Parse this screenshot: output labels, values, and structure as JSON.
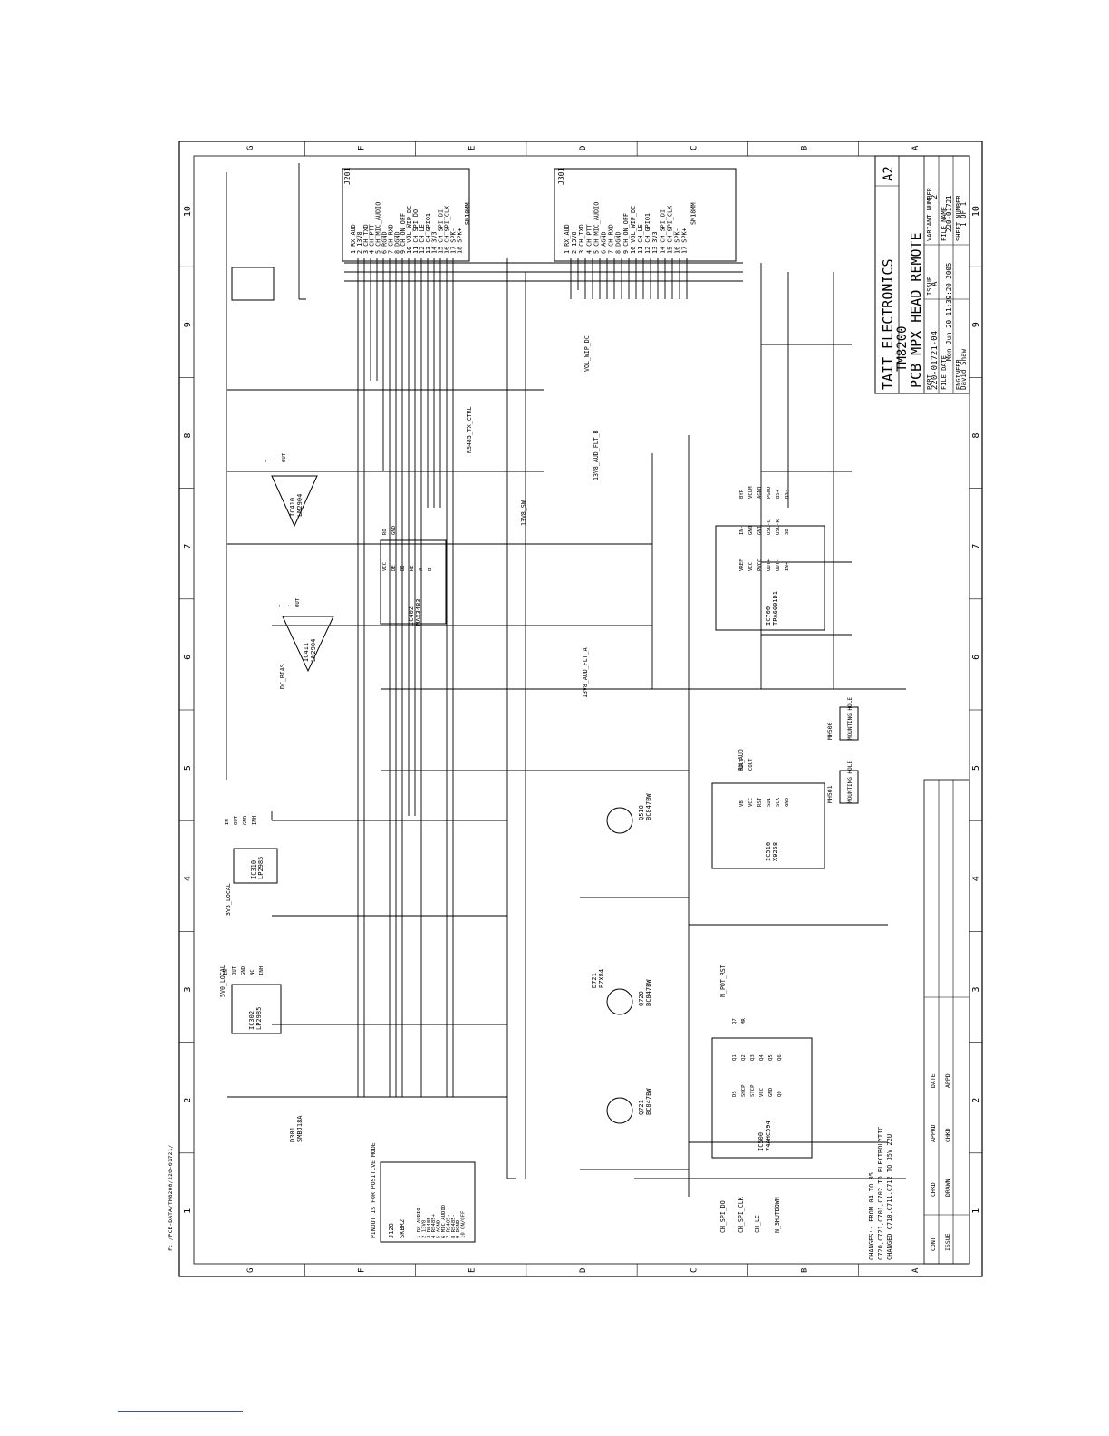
{
  "title_block": {
    "company": "TAIT ELECTRONICS",
    "sheet_size": "A2",
    "product": "TM8200",
    "title": "PCB MPX HEAD REMOTE",
    "part_label": "PART",
    "part_number": "220-01721-04",
    "issue_label": "ISSUE",
    "issue": "A",
    "variant_label": "VARIANT NUMBER",
    "variant": "2",
    "file_date_label": "FILE DATE",
    "file_date": "Mon Jun 20 11:39:20 2005",
    "file_name_label": "FILE NAME",
    "file_name": "220-01721",
    "engineer_label": "ENGINEER",
    "engineer": "David Shaw",
    "sheet_number_label": "SHEET NUMBER",
    "sheet_number": "1 OF 1",
    "rev_cols": [
      "CONT",
      "CHKD",
      "APPRD",
      "DATE"
    ],
    "rev_row": [
      "ISSUE",
      "DRAWN",
      "CHKD",
      "APPD"
    ]
  },
  "border": {
    "rows": [
      "G",
      "F",
      "E",
      "D",
      "C",
      "B",
      "A"
    ],
    "cols": [
      "10",
      "9",
      "8",
      "7",
      "6",
      "5",
      "4",
      "3",
      "2",
      "1"
    ]
  },
  "file_path": "F: /PCB-DATA/TM8200/220-01721/",
  "connectors": {
    "j201": {
      "ref": "J201",
      "part": "SM10MM",
      "pins": [
        "RX_AUD",
        "13V8",
        "CH_TXD",
        "CH_PTT",
        "CH_MIC_AUDIO",
        "RGND",
        "CH_RXD",
        "DGND",
        "CH_ON_OFF",
        "VOL_WIP_DC",
        "CH_SPI_DO",
        "CH_LE",
        "CH_GPIO1",
        "3V3",
        "CH_SPI_DI",
        "CH_SPI_CLK",
        "SPK-",
        "SPK+"
      ]
    },
    "j301": {
      "ref": "J301",
      "part": "SM18MM",
      "pins": [
        "RX_AUD",
        "13V8",
        "CH_TXD",
        "CH_PTT",
        "CH_MIC_AUDIO",
        "AGND",
        "CH_RXD",
        "DGND",
        "CH_ON_OFF",
        "VOL_WIP_DC",
        "CH_LE",
        "CH_GPIO1",
        "3V3",
        "CH_SPI_DI",
        "CH_SPI_CLK",
        "SPK-",
        "SPK+"
      ]
    },
    "j120": {
      "ref": "J120",
      "part": "SKBR2",
      "pins": [
        "RX AUDIO",
        "13V8",
        "RS485-",
        "RS485+",
        "AGND",
        "MIC AUDIO",
        "RS485-",
        "RS485-",
        "DGND",
        "ON/OFF"
      ],
      "note": "PINOUT IS FOR POSITIVE MODE"
    }
  },
  "components": [
    {
      "ref": "IC402",
      "part": "MAX3483",
      "pins": [
        "VCC",
        "DE",
        "DI",
        "RE",
        "A",
        "B",
        "RO",
        "GND"
      ]
    },
    {
      "ref": "IC700",
      "part": "TPA6001D1",
      "pins": [
        "VREF",
        "VCC",
        "PVCC",
        "OUT+",
        "OUT-",
        "IN+",
        "IN-",
        "GN0",
        "GN1",
        "OSC-C",
        "OSC-R",
        "SD",
        "BYP",
        "VCLM",
        "AGND",
        "PGND",
        "BS+",
        "BS-"
      ]
    },
    {
      "ref": "IC510",
      "part": "X9258",
      "pins": [
        "VB",
        "VCC",
        "RST",
        "SDI",
        "SCK",
        "GND",
        "SOUT",
        "COUT"
      ]
    },
    {
      "ref": "IC500",
      "part": "74AHC594",
      "pins": [
        "DS",
        "SHCP",
        "STCP",
        "VCC",
        "GND",
        "Q0",
        "Q1",
        "Q2",
        "Q3",
        "Q4",
        "Q5",
        "Q6",
        "Q7",
        "MR"
      ]
    },
    {
      "ref": "IC410",
      "part": "LM2904",
      "pins": [
        "+",
        "-",
        "OUT"
      ]
    },
    {
      "ref": "IC411",
      "part": "LM2904",
      "pins": [
        "+",
        "-",
        "OUT"
      ]
    },
    {
      "ref": "IC302",
      "part": "LP2985",
      "pins": [
        "IN",
        "OUT",
        "GND",
        "NC",
        "INH"
      ]
    },
    {
      "ref": "IC310",
      "part": "LP2985",
      "pins": [
        "IN",
        "OUT",
        "GND",
        "INH"
      ]
    },
    {
      "ref": "Q720",
      "part": "BC847BW"
    },
    {
      "ref": "Q721",
      "part": "BC847BW"
    },
    {
      "ref": "Q510",
      "part": "BC847BW"
    },
    {
      "ref": "D301",
      "part": "SMBJ18A"
    },
    {
      "ref": "D721",
      "part": "BZX84"
    }
  ],
  "nets": [
    "13V8_SW",
    "3V3_LOCAL",
    "5V0_LOCAL",
    "DC_BIAS",
    "CH_SPI_DO",
    "CH_SPI_CLK",
    "CH_LE",
    "N_SHUTDOWN",
    "N_POT_RST",
    "RS485_TX_CTRL",
    "13V8_AUD_FLT_A",
    "13V8_AUD_FLT_B",
    "VOL_WIP_DC",
    "RX_AUD"
  ],
  "mounting_holes": [
    {
      "ref": "MH500",
      "label": "MOUNTING HOLE"
    },
    {
      "ref": "MH501",
      "label": "MOUNTING HOLE"
    }
  ],
  "notes": [
    "CHANGES:- FROM 04 TO 05",
    "C720,C721,C701,C702 TO ELECTROLYTIC",
    "CHANGED C710,C711,C712 TO 35V 22U"
  ],
  "colors": {
    "ink": "#000000",
    "link": "#2b4fd6"
  }
}
